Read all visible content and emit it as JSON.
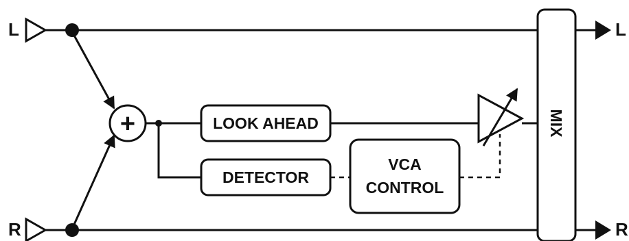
{
  "inputs": {
    "left": "L",
    "right": "R"
  },
  "outputs": {
    "left": "L",
    "right": "R"
  },
  "blocks": {
    "sum": "+",
    "look_ahead": "LOOK AHEAD",
    "detector": "DETECTOR",
    "vca_control_line1": "VCA",
    "vca_control_line2": "CONTROL",
    "mix": "MIX"
  }
}
